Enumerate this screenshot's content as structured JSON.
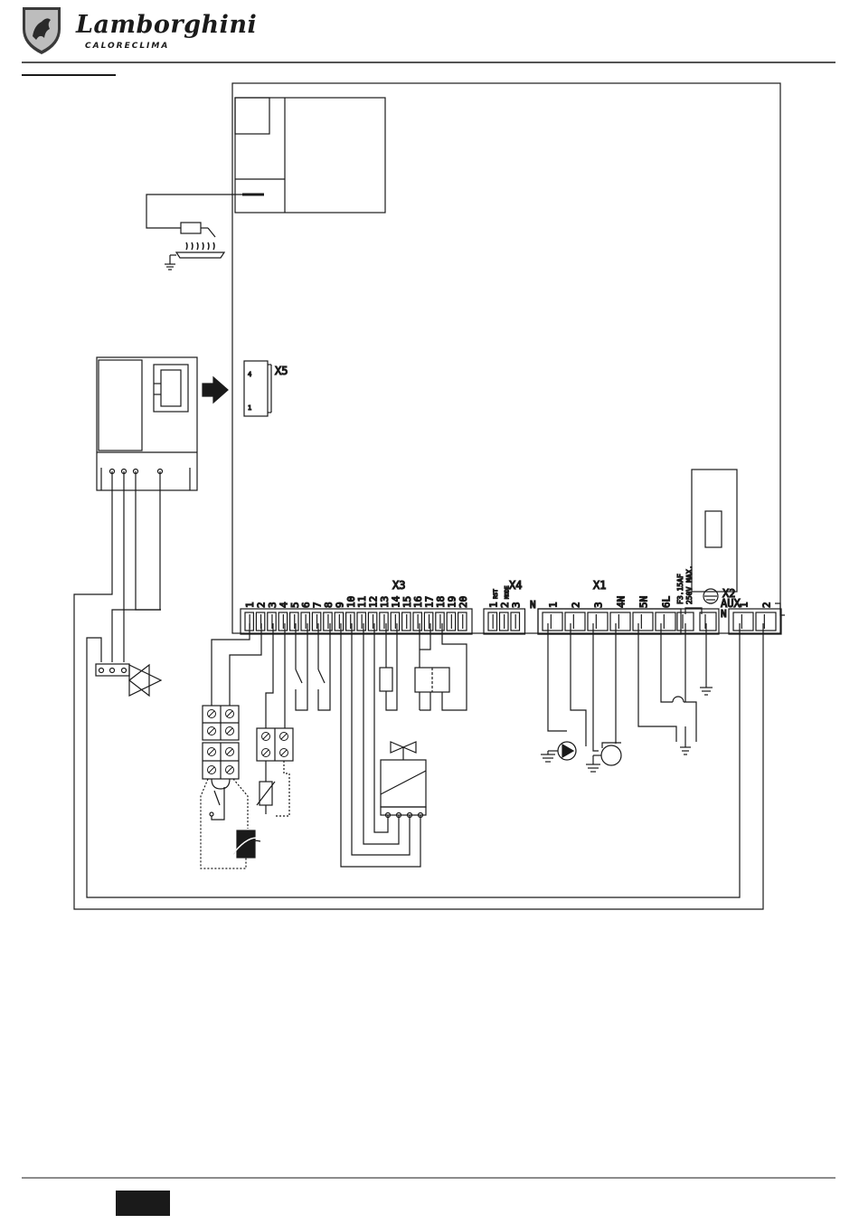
{
  "header": {
    "brand": "Lamborghini",
    "subbrand": "CALORECLIMA"
  },
  "diagram": {
    "connectors": {
      "x3": "X3",
      "x4": "X4",
      "x1": "X1",
      "x2": "X2",
      "x2_sub": "AUX",
      "x5": "X5"
    },
    "x3_terminals": [
      "1",
      "2",
      "3",
      "4",
      "5",
      "6",
      "7",
      "8",
      "9",
      "10",
      "11",
      "12",
      "13",
      "14",
      "15",
      "16",
      "17",
      "18",
      "19",
      "20"
    ],
    "x4_terminals": [
      "1",
      "2",
      "3"
    ],
    "x4_small_labels": [
      "RST",
      "MODE"
    ],
    "x1_terminals": [
      "1",
      "2",
      "3",
      "4N",
      "5N",
      "6L"
    ],
    "x1_neutral": "N",
    "x2_terminals": [
      "1",
      "2"
    ],
    "x2_neutral": "N",
    "x5_pins": [
      "4",
      "1"
    ],
    "fuse_label_1": "F3.15AF",
    "fuse_label_2": "250V MAX."
  }
}
